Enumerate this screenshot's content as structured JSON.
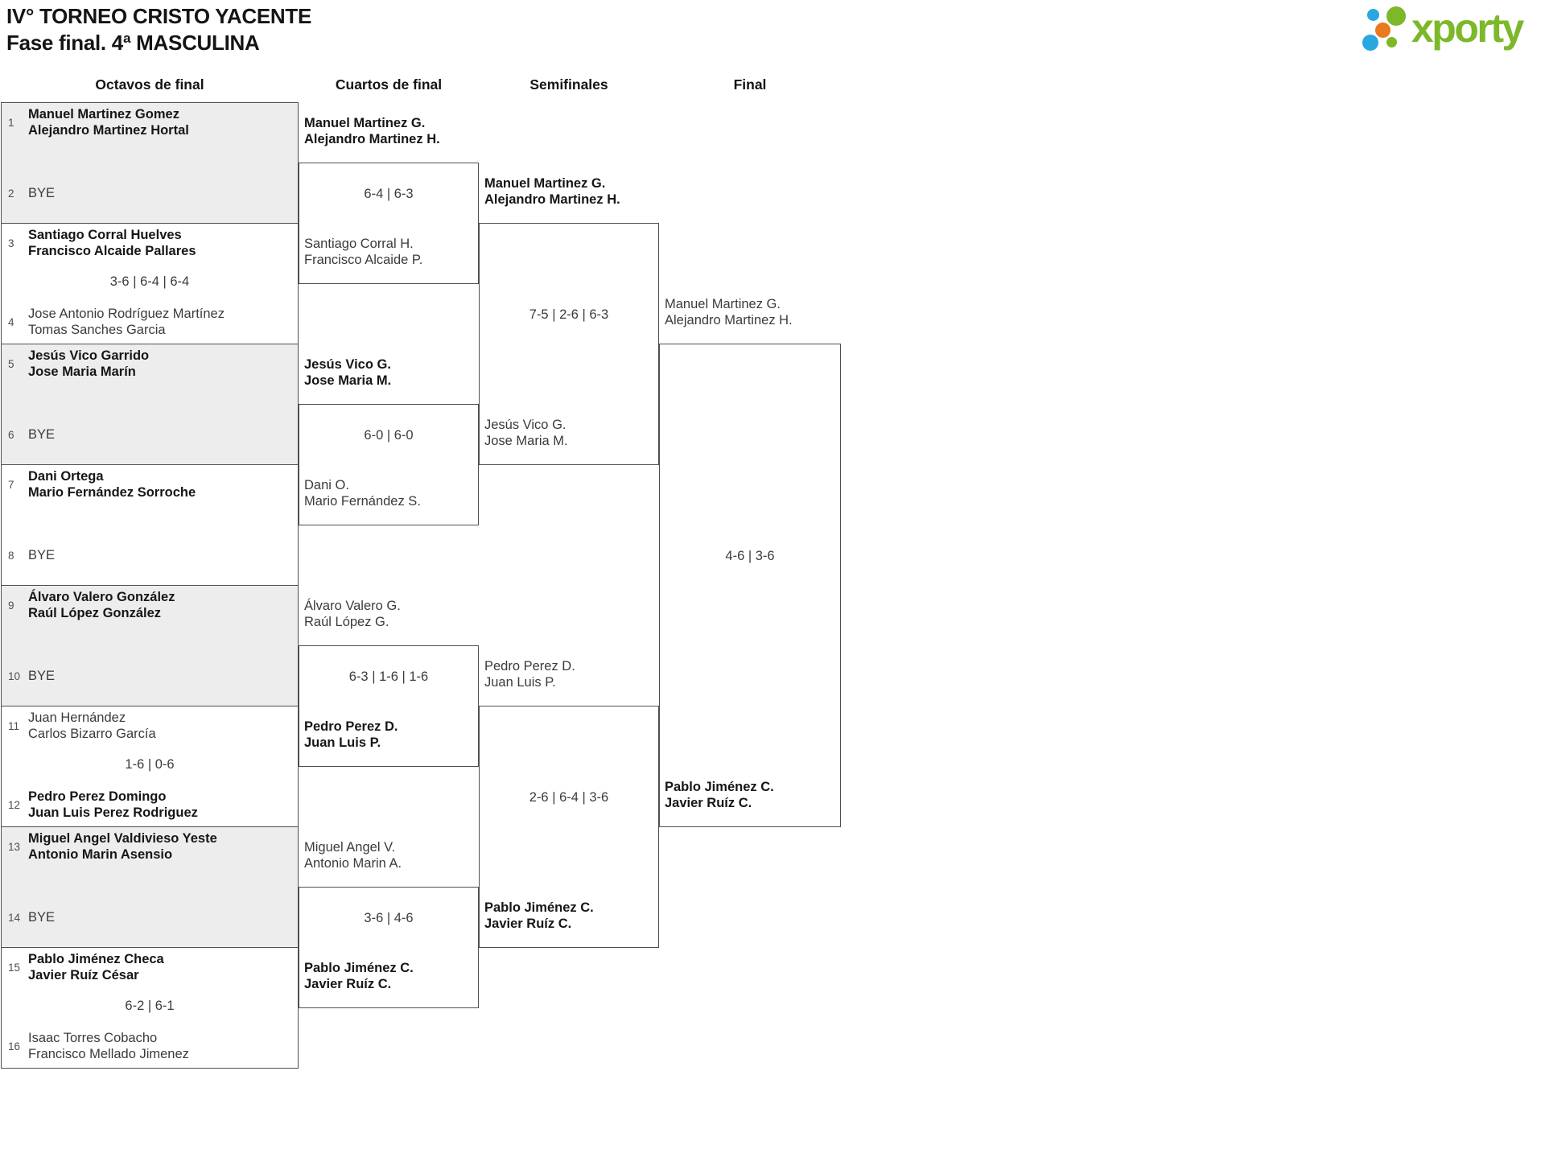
{
  "header": {
    "title": "IV° TORNEO CRISTO YACENTE",
    "subtitle": "Fase final. 4ª MASCULINA"
  },
  "logo": {
    "text": "xporty",
    "colors": {
      "green": "#7cb829",
      "blue": "#29a8e0",
      "orange": "#e8791d"
    }
  },
  "rounds": [
    "Octavos de final",
    "Cuartos de final",
    "Semifinales",
    "Final"
  ],
  "r16": [
    {
      "p1": {
        "seed": "1",
        "name1": "Manuel Martinez Gomez",
        "name2": "Alejandro Martinez Hortal"
      },
      "p2": {
        "seed": "2",
        "bye": "BYE"
      }
    },
    {
      "p1": {
        "seed": "3",
        "name1": "Santiago Corral Huelves",
        "name2": "Francisco Alcaide Pallares"
      },
      "p2": {
        "seed": "4",
        "name1": "Jose Antonio Rodríguez Martínez",
        "name2": "Tomas Sanches Garcia"
      },
      "score": "3-6 | 6-4 | 6-4"
    },
    {
      "p1": {
        "seed": "5",
        "name1": "Jesús Vico Garrido",
        "name2": "Jose Maria Marín"
      },
      "p2": {
        "seed": "6",
        "bye": "BYE"
      }
    },
    {
      "p1": {
        "seed": "7",
        "name1": "Dani Ortega",
        "name2": "Mario Fernández Sorroche"
      },
      "p2": {
        "seed": "8",
        "bye": "BYE"
      }
    },
    {
      "p1": {
        "seed": "9",
        "name1": "Álvaro Valero González",
        "name2": "Raúl López González"
      },
      "p2": {
        "seed": "10",
        "bye": "BYE"
      }
    },
    {
      "p1": {
        "seed": "11",
        "name1": "Juan Hernández",
        "name2": "Carlos Bizarro García"
      },
      "p2": {
        "seed": "12",
        "name1": "Pedro Perez Domingo",
        "name2": "Juan Luis Perez Rodriguez"
      },
      "score": "1-6 | 0-6"
    },
    {
      "p1": {
        "seed": "13",
        "name1": "Miguel Angel Valdivieso Yeste",
        "name2": "Antonio Marin Asensio"
      },
      "p2": {
        "seed": "14",
        "bye": "BYE"
      }
    },
    {
      "p1": {
        "seed": "15",
        "name1": "Pablo Jiménez Checa",
        "name2": "Javier Ruíz César"
      },
      "p2": {
        "seed": "16",
        "name1": "Isaac Torres Cobacho",
        "name2": "Francisco Mellado Jimenez"
      },
      "score": "6-2 | 6-1"
    }
  ],
  "qf": [
    {
      "p1": {
        "name1": "Manuel Martinez G.",
        "name2": "Alejandro Martinez H."
      },
      "p2": {
        "name1": "Santiago Corral H.",
        "name2": "Francisco Alcaide P."
      },
      "score": "6-4 | 6-3"
    },
    {
      "p1": {
        "name1": "Jesús Vico G.",
        "name2": "Jose Maria M."
      },
      "p2": {
        "name1": "Dani O.",
        "name2": "Mario Fernández S."
      },
      "score": "6-0 | 6-0"
    },
    {
      "p1": {
        "name1": "Álvaro Valero G.",
        "name2": "Raúl López G."
      },
      "p2": {
        "name1": "Pedro Perez D.",
        "name2": "Juan Luis P."
      },
      "score": "6-3 | 1-6 | 1-6"
    },
    {
      "p1": {
        "name1": "Miguel Angel V.",
        "name2": "Antonio Marin A."
      },
      "p2": {
        "name1": "Pablo Jiménez C.",
        "name2": "Javier Ruíz C."
      },
      "score": "3-6 | 4-6"
    }
  ],
  "sf": [
    {
      "p1": {
        "name1": "Manuel Martinez G.",
        "name2": "Alejandro Martinez H."
      },
      "p2": {
        "name1": "Jesús Vico G.",
        "name2": "Jose Maria M."
      },
      "score": "7-5 | 2-6 | 6-3"
    },
    {
      "p1": {
        "name1": "Pedro Perez D.",
        "name2": "Juan Luis P."
      },
      "p2": {
        "name1": "Pablo Jiménez C.",
        "name2": "Javier Ruíz C."
      },
      "score": "2-6 | 6-4 | 3-6"
    }
  ],
  "final": {
    "p1": {
      "name1": "Manuel Martinez G.",
      "name2": "Alejandro Martinez H."
    },
    "p2": {
      "name1": "Pablo Jiménez C.",
      "name2": "Javier Ruíz C."
    },
    "score": "4-6 | 3-6"
  }
}
